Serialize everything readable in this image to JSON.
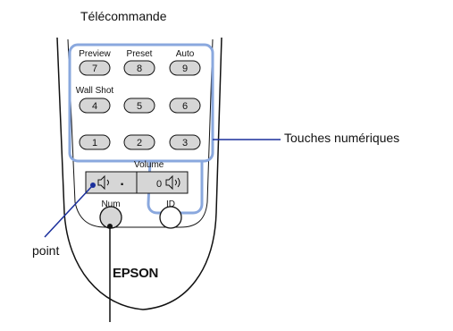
{
  "title": "Télécommande",
  "brand": "EPSON",
  "callouts": {
    "numeric_keys": "Touches numériques",
    "point": "point"
  },
  "keys": [
    {
      "top_label": "Preview",
      "digit": "7"
    },
    {
      "top_label": "Preset",
      "digit": "8"
    },
    {
      "top_label": "Auto",
      "digit": "9"
    },
    {
      "top_label": "Wall Shot",
      "digit": "4"
    },
    {
      "top_label": "",
      "digit": "5"
    },
    {
      "top_label": "",
      "digit": "6"
    },
    {
      "top_label": "",
      "digit": "1"
    },
    {
      "top_label": "",
      "digit": "2"
    },
    {
      "top_label": "",
      "digit": "3"
    }
  ],
  "volume": {
    "label": "Volume",
    "left_key": "·",
    "right_key": "0"
  },
  "bottom_buttons": {
    "num": "Num",
    "id": "ID"
  },
  "colors": {
    "highlight": "#8aa8de",
    "callout_line": "#1a2f9c",
    "key_fill": "#d6d6d6",
    "outline": "#111111"
  }
}
